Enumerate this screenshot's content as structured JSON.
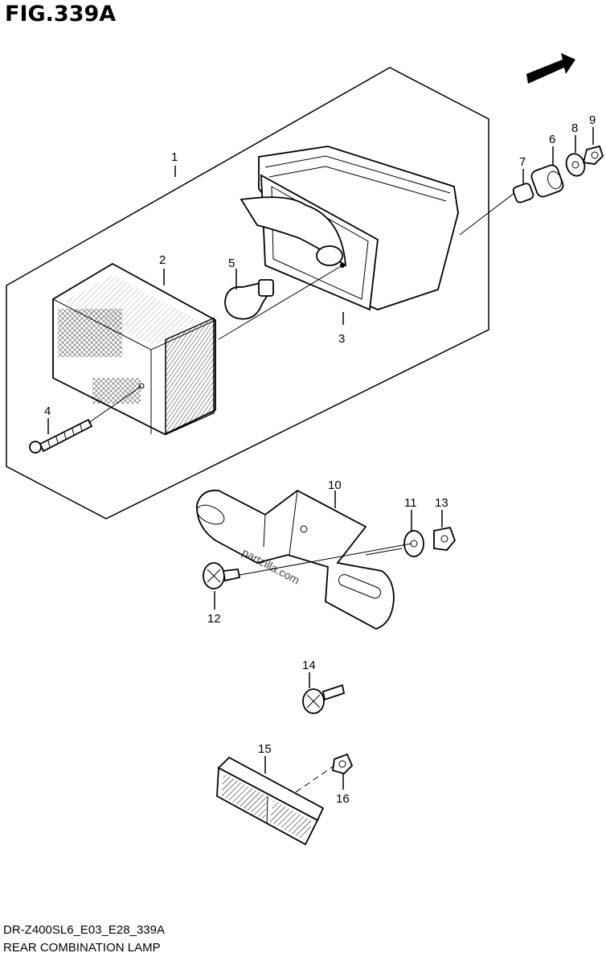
{
  "figure": {
    "title": "FIG.339A",
    "direction_label": "FWD",
    "watermark": "partzilla.com"
  },
  "footer": {
    "code": "DR-Z400SL6_E03_E28_339A",
    "name": "REAR COMBINATION LAMP"
  },
  "callouts": [
    "1",
    "2",
    "3",
    "4",
    "5",
    "6",
    "7",
    "8",
    "9",
    "10",
    "11",
    "12",
    "13",
    "14",
    "15",
    "16"
  ]
}
